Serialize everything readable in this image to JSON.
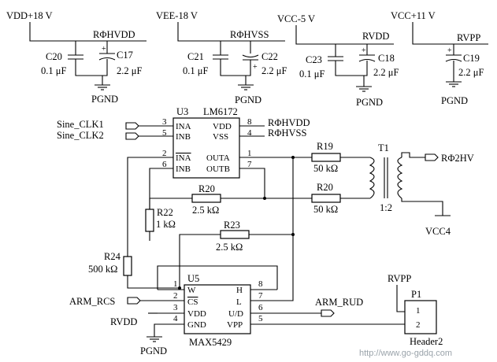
{
  "rails": {
    "vdd": {
      "label": "VDD+18 V"
    },
    "vee": {
      "label": "VEE-18 V"
    },
    "vcc5": {
      "label": "VCC-5 V"
    },
    "vcc11": {
      "label": "VCC+11 V"
    }
  },
  "nets": {
    "rhvdd_top": "RΦHVDD",
    "rhvss_top": "RΦHVSS",
    "rvdd_top": "RVDD",
    "rvpp_top": "RVPP",
    "pgnd": "PGND",
    "rhvdd_u3": "RΦHVDD",
    "rhvss_u3": "RΦHVSS",
    "rphi2hv": "RΦ2HV",
    "vcc4": "VCC4",
    "sine_clk1": "Sine_CLK1",
    "sine_clk2": "Sine_CLK2",
    "arm_rcs": "ARM_RCS",
    "arm_rud": "ARM_RUD",
    "rvdd_u5": "RVDD",
    "rvpp_p1": "RVPP"
  },
  "capacitors": [
    {
      "ref": "C20",
      "value": "0.1 μF"
    },
    {
      "ref": "C17",
      "value": "2.2 μF"
    },
    {
      "ref": "C21",
      "value": "0.1 μF"
    },
    {
      "ref": "C22",
      "value": "2.2 μF"
    },
    {
      "ref": "C23",
      "value": "0.1 μF"
    },
    {
      "ref": "C18",
      "value": "2.2 μF"
    },
    {
      "ref": "C19",
      "value": "2.2 μF"
    }
  ],
  "resistors": [
    {
      "ref": "R19",
      "value": "50 kΩ"
    },
    {
      "ref": "R20",
      "value": "2.5 kΩ"
    },
    {
      "ref": "R20",
      "value": "50  kΩ"
    },
    {
      "ref": "R22",
      "value": "1 kΩ"
    },
    {
      "ref": "R23",
      "value": "2.5 kΩ"
    },
    {
      "ref": "R24",
      "value": "500 kΩ"
    }
  ],
  "u3": {
    "ref": "U3",
    "part": "LM6172",
    "pins_left": [
      {
        "num": "3",
        "name": "INA"
      },
      {
        "num": "5",
        "name": "INB"
      },
      {
        "num": "2",
        "name": "INA"
      },
      {
        "num": "6",
        "name": "INB"
      }
    ],
    "pins_right": [
      {
        "num": "8",
        "name": "VDD"
      },
      {
        "num": "4",
        "name": "VSS"
      },
      {
        "num": "1",
        "name": "OUTA"
      },
      {
        "num": "7",
        "name": "OUTB"
      }
    ]
  },
  "u5": {
    "ref": "U5",
    "part": "MAX5429",
    "pins_left": [
      {
        "num": "1",
        "name": "W"
      },
      {
        "num": "2",
        "name": "CS"
      },
      {
        "num": "3",
        "name": "VDD"
      },
      {
        "num": "4",
        "name": "GND"
      }
    ],
    "pins_right": [
      {
        "num": "8",
        "name": "H"
      },
      {
        "num": "7",
        "name": "L"
      },
      {
        "num": "6",
        "name": "U/D"
      },
      {
        "num": "5",
        "name": "VPP"
      }
    ]
  },
  "transformer": {
    "ref": "T1",
    "ratio": "1:2"
  },
  "header": {
    "ref": "P1",
    "part": "Header2",
    "pin1": "1",
    "pin2": "2"
  },
  "watermark": "http://www.go-gddq.com"
}
